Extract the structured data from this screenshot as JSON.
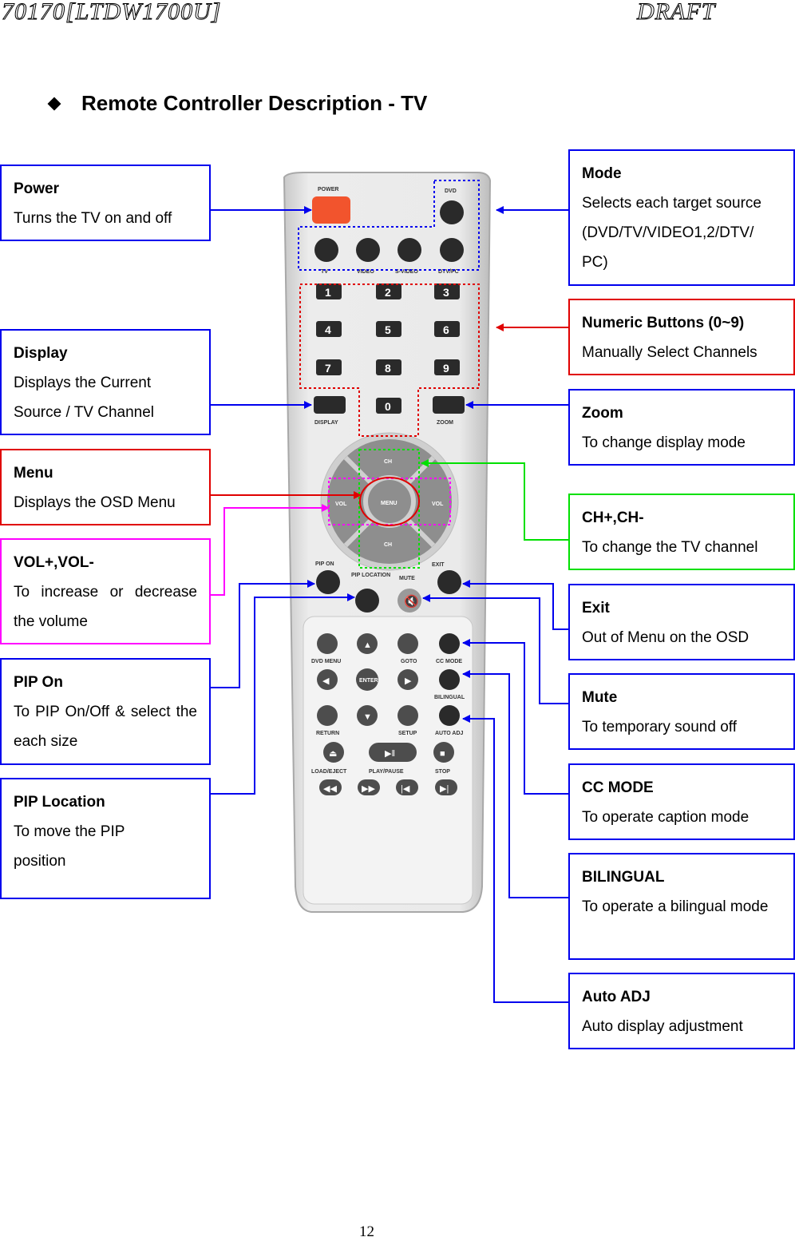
{
  "header": {
    "doc_id": "70170[LTDW1700U]",
    "status": "DRAFT"
  },
  "title": "Remote Controller Description - TV",
  "page_number": "12",
  "callouts": {
    "power": {
      "title": "Power",
      "desc": "Turns the TV on and off"
    },
    "display": {
      "title": "Display",
      "desc": "Displays the Current Source / TV Channel"
    },
    "menu": {
      "title": "Menu",
      "desc": "Displays the OSD Menu"
    },
    "vol": {
      "title": "VOL+,VOL-",
      "desc": "To increase or decrease the volume"
    },
    "pip_on": {
      "title": "PIP On",
      "desc": "To PIP On/Off & select the each size"
    },
    "pip_location": {
      "title": "PIP Location",
      "desc": "To move the PIP position"
    },
    "mode": {
      "title": "Mode",
      "desc": "Selects each target source (DVD/TV/VIDEO1,2/DTV/ PC)"
    },
    "numeric": {
      "title": "Numeric Buttons (0~9)",
      "desc": "Manually Select Channels"
    },
    "zoom": {
      "title": "Zoom",
      "desc": "To change display mode"
    },
    "ch": {
      "title": "CH+,CH-",
      "desc": "To change the TV channel"
    },
    "exit": {
      "title": "Exit",
      "desc": "Out of Menu on the OSD"
    },
    "mute": {
      "title": "Mute",
      "desc": "To temporary sound off"
    },
    "cc_mode": {
      "title": "CC MODE",
      "desc": "To operate caption mode"
    },
    "bilingual": {
      "title": "BILINGUAL",
      "desc": "To operate a bilingual mode"
    },
    "auto_adj": {
      "title": "Auto ADJ",
      "desc": "Auto display adjustment"
    }
  },
  "remote": {
    "button_labels": {
      "power": "POWER",
      "dvd": "DVD",
      "tv": "TV",
      "video": "VIDEO",
      "s_video": "S-VIDEO",
      "dtv_pc": "DTV/PC",
      "digits": [
        "1",
        "2",
        "3",
        "4",
        "5",
        "6",
        "7",
        "8",
        "9",
        "0"
      ],
      "display": "DISPLAY",
      "zoom": "ZOOM",
      "ch": "CH",
      "vol": "VOL",
      "menu": "MENU",
      "pip_on": "PIP ON",
      "pip_location": "PIP LOCATION",
      "mute": "MUTE",
      "exit": "EXIT",
      "dvd_menu": "DVD MENU",
      "goto": "GOTO",
      "cc_mode": "CC MODE",
      "enter": "ENTER",
      "bilingual": "BILINGUAL",
      "return": "RETURN",
      "setup": "SETUP",
      "auto_adj": "AUTO ADJ",
      "load_eject": "LOAD/EJECT",
      "play_pause": "PLAY/PAUSE",
      "stop": "STOP"
    }
  },
  "colors": {
    "blue": "#0000ee",
    "red": "#e00000",
    "green": "#00e000",
    "magenta": "#ff00ff",
    "power_button": "#f2542d"
  }
}
